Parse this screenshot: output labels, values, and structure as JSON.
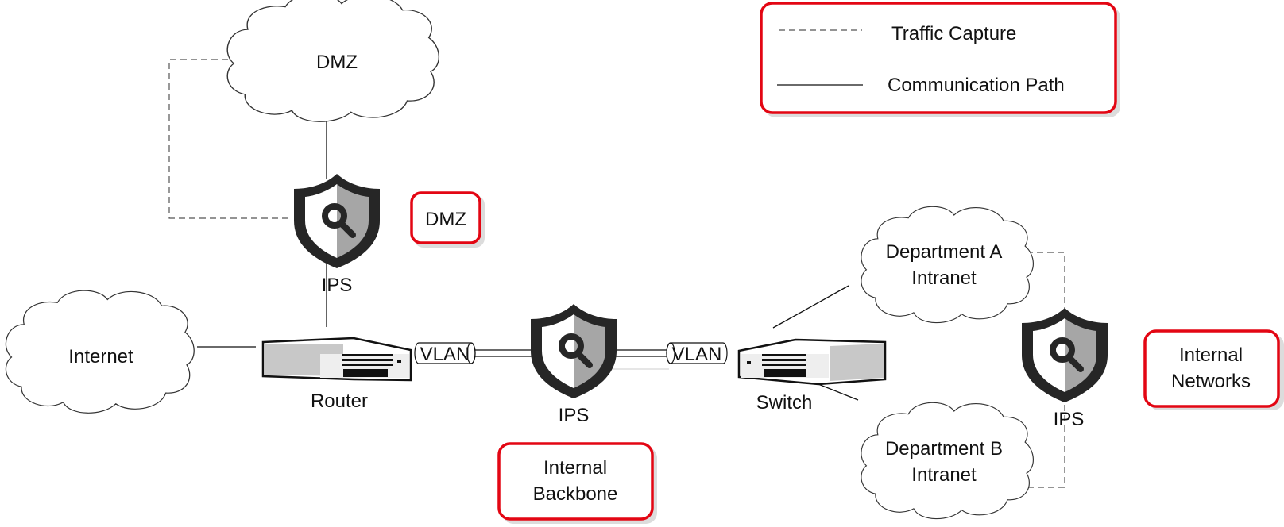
{
  "legend": {
    "items": [
      {
        "style": "dashed",
        "label": "Traffic Capture"
      },
      {
        "style": "solid",
        "label": "Communication Path"
      }
    ]
  },
  "clouds": {
    "dmz": {
      "lines": [
        "DMZ"
      ]
    },
    "internet": {
      "lines": [
        "Internet"
      ]
    },
    "dept_a": {
      "lines": [
        "Department A",
        "Intranet"
      ]
    },
    "dept_b": {
      "lines": [
        "Department B",
        "Intranet"
      ]
    }
  },
  "devices": {
    "ips_dmz": {
      "label": "IPS",
      "icon": "shield-search-icon"
    },
    "ips_backbone": {
      "label": "IPS",
      "icon": "shield-search-icon"
    },
    "ips_internal": {
      "label": "IPS",
      "icon": "shield-search-icon"
    },
    "router": {
      "label": "Router",
      "icon": "router-icon"
    },
    "switch": {
      "label": "Switch",
      "icon": "switch-icon"
    }
  },
  "vlan": {
    "left": "VLAN",
    "right": "VLAN"
  },
  "notes": {
    "dmz": [
      "DMZ"
    ],
    "backbone": [
      "Internal",
      "Backbone"
    ],
    "internal": [
      "Internal",
      "Networks"
    ]
  },
  "colors": {
    "note_border": "#e30613",
    "shield_dark": "#262626",
    "shield_gray": "#a6a6a6"
  }
}
